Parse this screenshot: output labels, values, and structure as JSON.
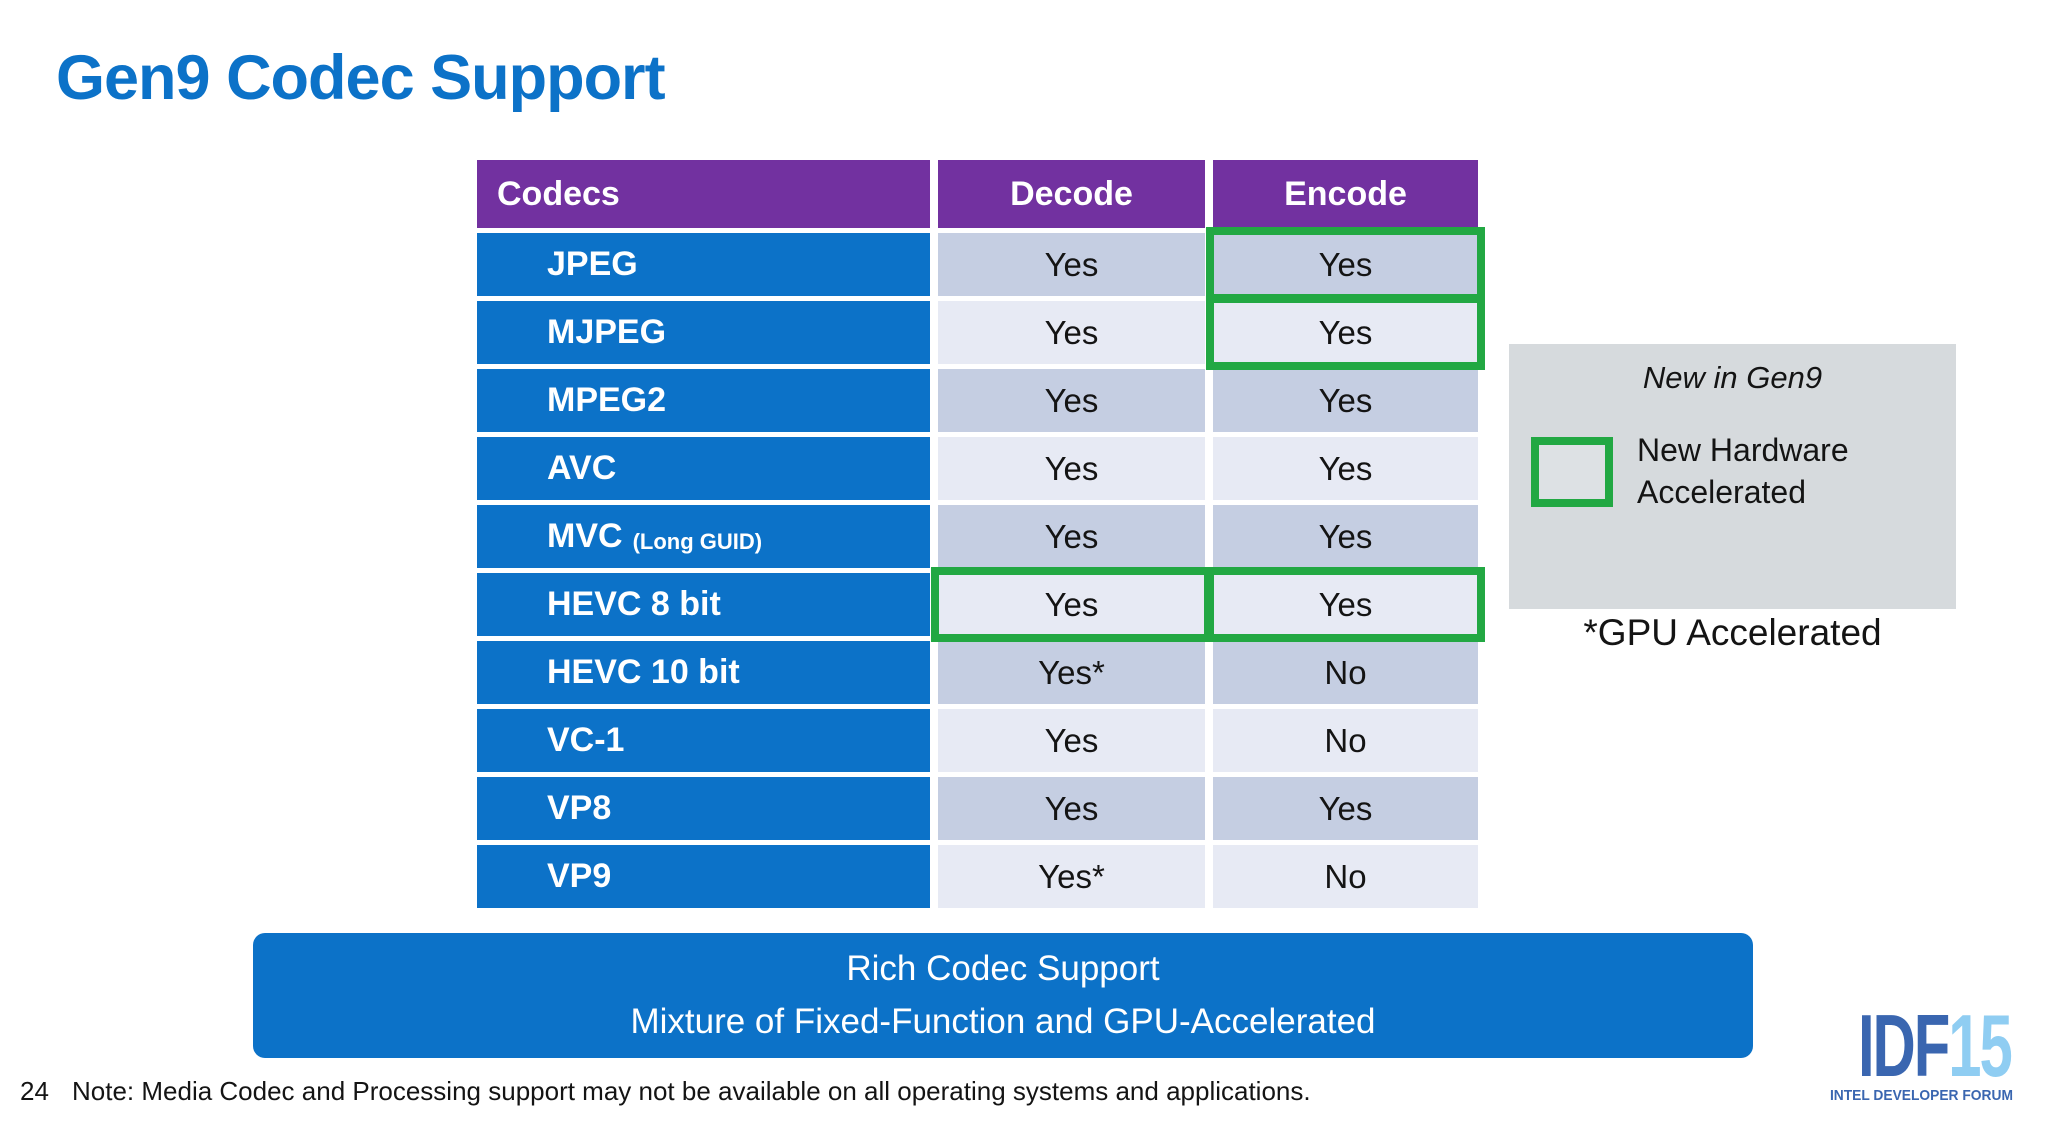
{
  "slide": {
    "title": "Gen9 Codec Support",
    "page_number": "24",
    "footnote": "Note: Media Codec and Processing support may not be available on all operating systems and applications."
  },
  "table": {
    "headers": [
      "Codecs",
      "Decode",
      "Encode"
    ],
    "rows": [
      {
        "codec": "JPEG",
        "suffix": "",
        "decode": "Yes",
        "encode": "Yes",
        "hl_decode": false,
        "hl_encode": true
      },
      {
        "codec": "MJPEG",
        "suffix": "",
        "decode": "Yes",
        "encode": "Yes",
        "hl_decode": false,
        "hl_encode": true
      },
      {
        "codec": "MPEG2",
        "suffix": "",
        "decode": "Yes",
        "encode": "Yes",
        "hl_decode": false,
        "hl_encode": false
      },
      {
        "codec": "AVC",
        "suffix": "",
        "decode": "Yes",
        "encode": "Yes",
        "hl_decode": false,
        "hl_encode": false
      },
      {
        "codec": "MVC",
        "suffix": "(Long GUID)",
        "decode": "Yes",
        "encode": "Yes",
        "hl_decode": false,
        "hl_encode": false
      },
      {
        "codec": "HEVC 8 bit",
        "suffix": "",
        "decode": "Yes",
        "encode": "Yes",
        "hl_decode": true,
        "hl_encode": true
      },
      {
        "codec": "HEVC 10 bit",
        "suffix": "",
        "decode": "Yes*",
        "encode": "No",
        "hl_decode": false,
        "hl_encode": false
      },
      {
        "codec": "VC-1",
        "suffix": "",
        "decode": "Yes",
        "encode": "No",
        "hl_decode": false,
        "hl_encode": false
      },
      {
        "codec": "VP8",
        "suffix": "",
        "decode": "Yes",
        "encode": "Yes",
        "hl_decode": false,
        "hl_encode": false
      },
      {
        "codec": "VP9",
        "suffix": "",
        "decode": "Yes*",
        "encode": "No",
        "hl_decode": false,
        "hl_encode": false
      }
    ]
  },
  "legend": {
    "title": "New in Gen9",
    "item": "New Hardware Accelerated",
    "footnote": "*GPU Accelerated"
  },
  "banner": {
    "line1": "Rich Codec Support",
    "line2": "Mixture of Fixed-Function and GPU-Accelerated"
  },
  "logo": {
    "main": "IDF",
    "year": "15",
    "subtitle": "INTEL DEVELOPER FORUM"
  },
  "colors": {
    "accent_blue": "#0C72C8",
    "header_purple": "#7231A0",
    "highlight_green": "#22A843",
    "band_dark": "#C5CEE2",
    "band_light": "#E7EAF4",
    "legend_gray": "#D6DADD",
    "logo_blue": "#3A66B0",
    "logo_light_blue": "#8FCDF2"
  }
}
